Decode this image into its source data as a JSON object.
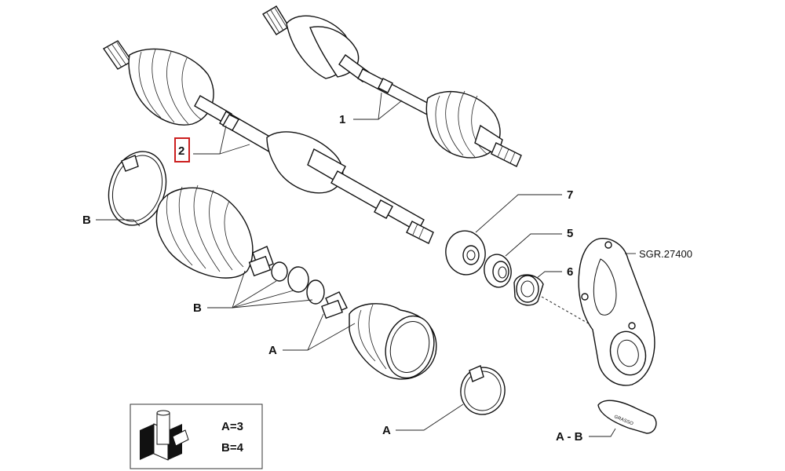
{
  "labels": {
    "part1": "1",
    "part2": "2",
    "b_clamp": "B",
    "b_rings": "B",
    "a_parts": "A",
    "a_clamp": "A",
    "part7": "7",
    "part5": "5",
    "part6": "6",
    "ref_code": "SGR.27400",
    "grease_label": "A - B",
    "grease_tube_text": "GRASSO"
  },
  "legend": {
    "a_qty": "A=3",
    "b_qty": "B=4"
  },
  "colors": {
    "highlight": "#cc1f1f"
  }
}
